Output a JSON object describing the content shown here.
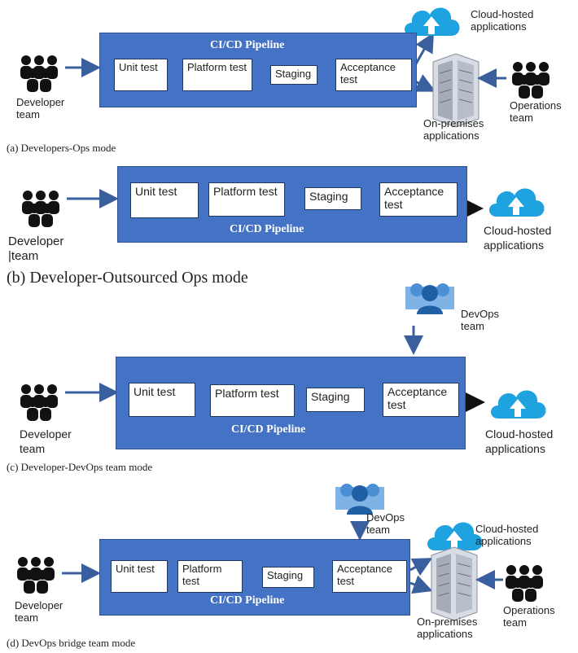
{
  "colors": {
    "pipeline": "#4472c4",
    "arrow": "#3a5f9e",
    "cloud": "#1fa3e0",
    "people_dark": "#111111",
    "people_blue": "#4a8fd4"
  },
  "panels": [
    {
      "pipeline_title": "CI/CD Pipeline",
      "stages": [
        "Unit test",
        "Platform test",
        "Staging",
        "Acceptance test"
      ],
      "developer_label": "Developer team",
      "cloud_label": "Cloud-hosted applications",
      "onprem_label": "On-premises applications",
      "operations_label": "Operations team",
      "caption": "(a) Developers-Ops mode"
    },
    {
      "pipeline_title": "CI/CD Pipeline",
      "stages": [
        "Unit test",
        "Platform test",
        "Staging",
        "Acceptance test"
      ],
      "developer_label": "Developer |team",
      "cloud_label": "Cloud-hosted applications",
      "caption": "(b) Developer-Outsourced Ops mode"
    },
    {
      "pipeline_title": "CI/CD Pipeline",
      "stages": [
        "Unit test",
        "Platform test",
        "Staging",
        "Acceptance test"
      ],
      "developer_label": "Developer team",
      "cloud_label": "Cloud-hosted applications",
      "devops_label": "DevOps team",
      "caption": "(c) Developer-DevOps team mode"
    },
    {
      "pipeline_title": "CI/CD Pipeline",
      "stages": [
        "Unit test",
        "Platform test",
        "Staging",
        "Acceptance test"
      ],
      "developer_label": "Developer team",
      "cloud_label": "Cloud-hosted applications",
      "onprem_label": "On-premises applications",
      "operations_label": "Operations team",
      "devops_label": "DevOps team",
      "caption": "(d) DevOps bridge team mode"
    }
  ]
}
